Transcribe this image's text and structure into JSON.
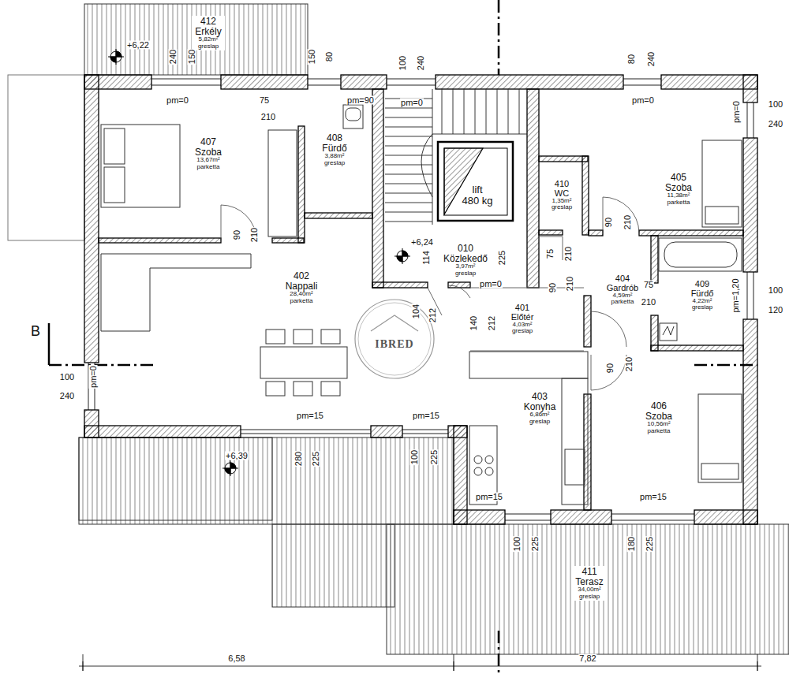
{
  "diagram": {
    "nodes": [
      {
        "text": [
          "412",
          "Erkély",
          "5,82m²",
          "greslap"
        ]
      },
      {
        "text": [
          "407",
          "Szoba",
          "13,67m²",
          "parketta"
        ]
      },
      {
        "text": [
          "408",
          "Fürdő",
          "3,88m²",
          "greslap"
        ]
      },
      {
        "text": [
          "lift",
          "480 kg"
        ]
      },
      {
        "text": [
          "410",
          "WC",
          "1,35m²",
          "greslap"
        ]
      },
      {
        "text": [
          "405",
          "Szoba",
          "11,38m²",
          "parketta"
        ]
      },
      {
        "text": [
          "010",
          "Közlekedő",
          "3,97m²",
          "greslap"
        ]
      },
      {
        "text": [
          "402",
          "Nappali",
          "28,40m²",
          "parketta"
        ]
      },
      {
        "text": [
          "404",
          "Gardrób",
          "4,59m²",
          "parketta"
        ]
      },
      {
        "text": [
          "409",
          "Fürdő",
          "4,22m²",
          "greslap"
        ]
      },
      {
        "text": [
          "401",
          "Előtér",
          "4,03m²",
          "greslap"
        ]
      },
      {
        "text": [
          "403",
          "Konyha",
          "6,86m²",
          "greslap"
        ]
      },
      {
        "text": [
          "406",
          "Szoba",
          "10,56m²",
          "parketta"
        ]
      },
      {
        "text": [
          "411",
          "Terasz",
          "34,00m²",
          "greslap"
        ]
      }
    ],
    "labels": [
      "+6,22",
      "240",
      "150",
      "150",
      "80",
      "100",
      "240",
      "80",
      "240",
      "pm=0",
      "75",
      "210",
      "pm=90",
      "pm=0",
      "pm=0",
      "pm=0",
      "100",
      "240",
      "90",
      "210",
      "+6,24",
      "114",
      "225",
      "pm=0",
      "75",
      "210",
      "90",
      "210",
      "104",
      "212",
      "140",
      "212",
      "90",
      "210",
      "75",
      "210",
      "pm=1,20",
      "100",
      "120",
      "90",
      "210",
      "B",
      "100",
      "240",
      "pm=0",
      "pm=15",
      "pm=15",
      "+6,39",
      "280",
      "225",
      "100",
      "225",
      "pm=15",
      "pm=15",
      "100",
      "225",
      "180",
      "225",
      "6,58",
      "7,82",
      "IBRED"
    ]
  }
}
